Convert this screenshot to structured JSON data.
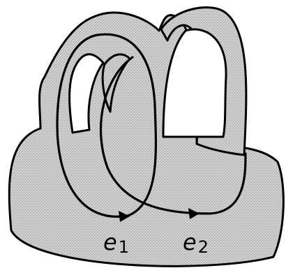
{
  "diagram": {
    "labels": {
      "e1": {
        "base": "e",
        "sub": "1"
      },
      "e2": {
        "base": "e",
        "sub": "2"
      }
    },
    "colors": {
      "surface_fill": "#c8c8c8",
      "outline": "#000000",
      "background": "#ffffff"
    }
  }
}
